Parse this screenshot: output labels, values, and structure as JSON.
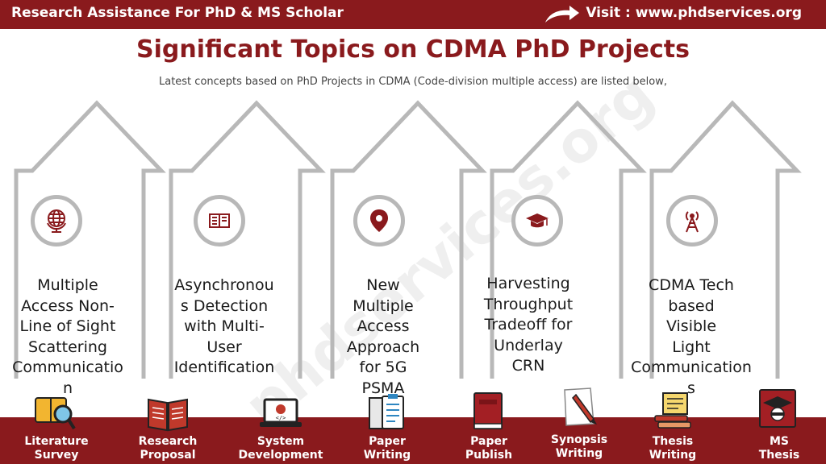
{
  "header": {
    "left_text": "Research Assistance For PhD & MS Scholar",
    "right_text": "Visit : www.phdservices.org"
  },
  "title": "Significant Topics on CDMA PhD Projects",
  "subtitle": "Latest concepts based on PhD Projects in CDMA (Code-division multiple access) are listed below,",
  "watermark": "phdservices.org",
  "topics": [
    {
      "lines": [
        "Multiple",
        "Access Non-",
        "Line of Sight",
        "Scattering",
        "Communicatio",
        "n"
      ],
      "icon": "globe-icon"
    },
    {
      "lines": [
        "Asynchronou",
        "s Detection",
        "with Multi-",
        "User",
        "Identification"
      ],
      "icon": "book-icon"
    },
    {
      "lines": [
        "New",
        "Multiple",
        "Access",
        "Approach",
        "for 5G",
        "PSMA"
      ],
      "icon": "location-pin-icon"
    },
    {
      "lines": [
        "Harvesting",
        "Throughput",
        "Tradeoff for",
        "Underlay",
        "CRN"
      ],
      "icon": "graduation-cap-icon"
    },
    {
      "lines": [
        "CDMA Tech",
        "based",
        "Visible",
        "Light",
        "Communication",
        "s"
      ],
      "icon": "antenna-tower-icon"
    }
  ],
  "services": [
    {
      "line1": "Literature",
      "line2": "Survey",
      "icon": "magnifier-book-icon"
    },
    {
      "line1": "Research",
      "line2": "Proposal",
      "icon": "open-book-icon"
    },
    {
      "line1": "System",
      "line2": "Development",
      "icon": "laptop-code-icon"
    },
    {
      "line1": "Paper",
      "line2": "Writing",
      "icon": "clipboard-icon"
    },
    {
      "line1": "Paper",
      "line2": "Publish",
      "icon": "book-cover-icon"
    },
    {
      "line1": "Synopsis",
      "line2": "Writing",
      "icon": "pen-paper-icon"
    },
    {
      "line1": "Thesis",
      "line2": "Writing",
      "icon": "scroll-stack-icon"
    },
    {
      "line1": "MS",
      "line2": "Thesis",
      "icon": "graduate-book-icon"
    }
  ],
  "colors": {
    "brand": "#8a1a1d",
    "arrow_outline": "#b8b8b8",
    "pin": "#8a1a1d"
  }
}
